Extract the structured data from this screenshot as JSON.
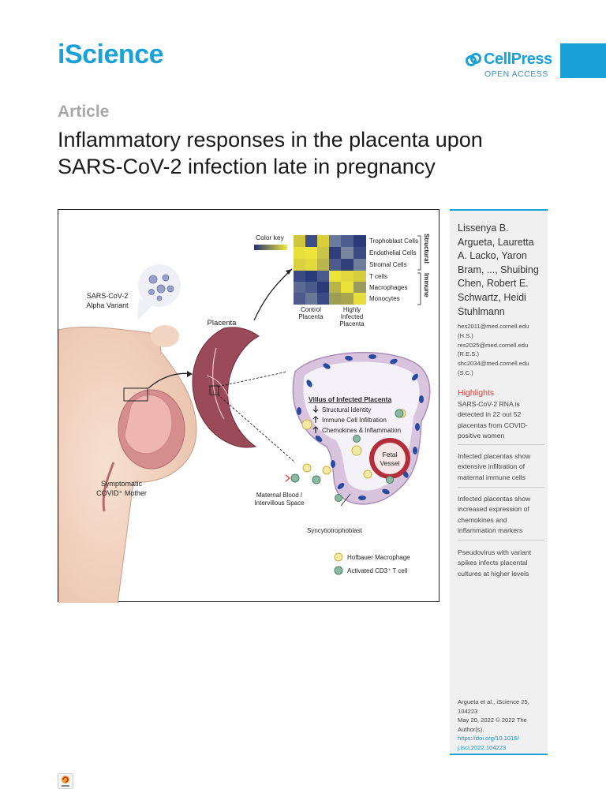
{
  "header": {
    "journal": "iScience",
    "publisher": "CellPress",
    "access": "OPEN ACCESS",
    "accent_color": "#1aa1d8"
  },
  "article": {
    "type": "Article",
    "title": "Inflammatory responses in the placenta upon SARS-CoV-2 infection late in pregnancy"
  },
  "graphical_abstract": {
    "color_key": "Color key",
    "virus_label": [
      "SARS-CoV-2",
      "Alpha Variant"
    ],
    "placenta_label": "Placenta",
    "mother_label": [
      "Symptomatic",
      "COVID⁺ Mother"
    ],
    "heatmap_rows": [
      "Trophoblast Cells",
      "Endothelial Cells",
      "Stromal Cells",
      "T cells",
      "Macrophages",
      "Monocytes"
    ],
    "heatmap_groups": [
      "Structural",
      "Immune"
    ],
    "heatmap_cols": [
      [
        "Control",
        "Placenta"
      ],
      [
        "Highly",
        "Infected",
        "Placenta"
      ]
    ],
    "villus_title": "Villus of Infected Placenta",
    "villus_items": [
      {
        "arrow": "down",
        "text": "Structural Identity"
      },
      {
        "arrow": "up",
        "text": "Immune Cell Infiltration"
      },
      {
        "arrow": "up",
        "text": "Chemokines & Inflammation"
      }
    ],
    "fetal_vessel": [
      "Fetal",
      "Vessel"
    ],
    "maternal_blood": [
      "Maternal Blood /",
      "Intervillous Space"
    ],
    "syncytio": "Syncytiotrophoblast",
    "legend": [
      "Hofbauer Macrophage",
      "Activated CD3⁺ T cell"
    ]
  },
  "sidebar": {
    "authors": "Lissenya B. Argueta, Lauretta A. Lacko, Yaron Bram, ..., Shuibing Chen, Robert E. Schwartz, Heidi Stuhlmann",
    "emails": [
      "hes2011@med.cornell.edu",
      "(H.S.)",
      "res2025@med.cornell.edu",
      "(R.E.S.)",
      "shc2034@med.cornell.edu",
      "(S.C.)"
    ],
    "highlights_title": "Highlights",
    "highlights_color": "#d1433a",
    "highlights": [
      "SARS-CoV-2 RNA is detected in 22 out 52 placentas from COVID-positive women",
      "Infected placentas show extensive infiltration of maternal immune cells",
      "Infected placentas show increased expression of chemokines and inflammation markers",
      "Pseudovirus with variant spikes infects placental cultures at higher levels"
    ],
    "citation": {
      "line1": "Argueta et al., iScience 25,",
      "line2": "104223",
      "line3": "May 20, 2022 © 2022 The",
      "line4": "Author(s).",
      "doi1": "https://doi.org/10.1016/",
      "doi2": "j.isci.2022.104223"
    }
  }
}
